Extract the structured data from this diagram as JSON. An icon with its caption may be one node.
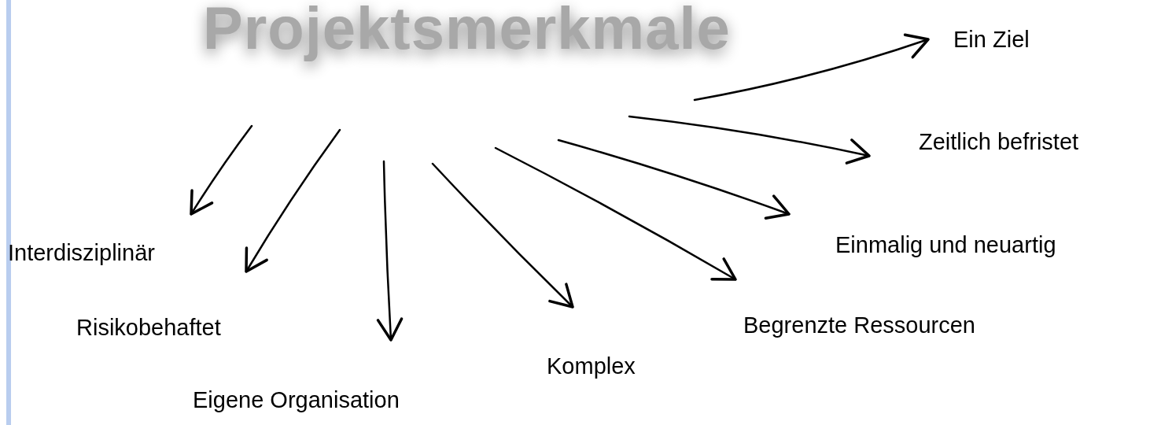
{
  "diagram": {
    "title": "Projektsmerkmale",
    "nodes": [
      {
        "text": [
          "Ein Ziel"
        ]
      },
      {
        "text": [
          "Zeitlich befristet"
        ]
      },
      {
        "text": [
          "Einmalig und neuartig"
        ]
      },
      {
        "text": [
          "Interdisziplinär"
        ]
      },
      {
        "text": [
          "Begrenzte Ressourcen"
        ]
      },
      {
        "text": [
          "Risikobehaftet"
        ]
      },
      {
        "text": [
          "Komplex"
        ]
      },
      {
        "text": [
          "Eigene Organisation"
        ]
      }
    ],
    "edges": [
      {
        "from": null,
        "to": 0,
        "arrow": "to"
      },
      {
        "from": null,
        "to": 1,
        "arrow": "to"
      },
      {
        "from": null,
        "to": 2,
        "arrow": "to"
      },
      {
        "from": null,
        "to": 3,
        "arrow": "to"
      },
      {
        "from": null,
        "to": 4,
        "arrow": "to"
      },
      {
        "from": null,
        "to": 5,
        "arrow": "to"
      },
      {
        "from": null,
        "to": 6,
        "arrow": "to"
      },
      {
        "from": null,
        "to": 7,
        "arrow": "to"
      }
    ]
  }
}
